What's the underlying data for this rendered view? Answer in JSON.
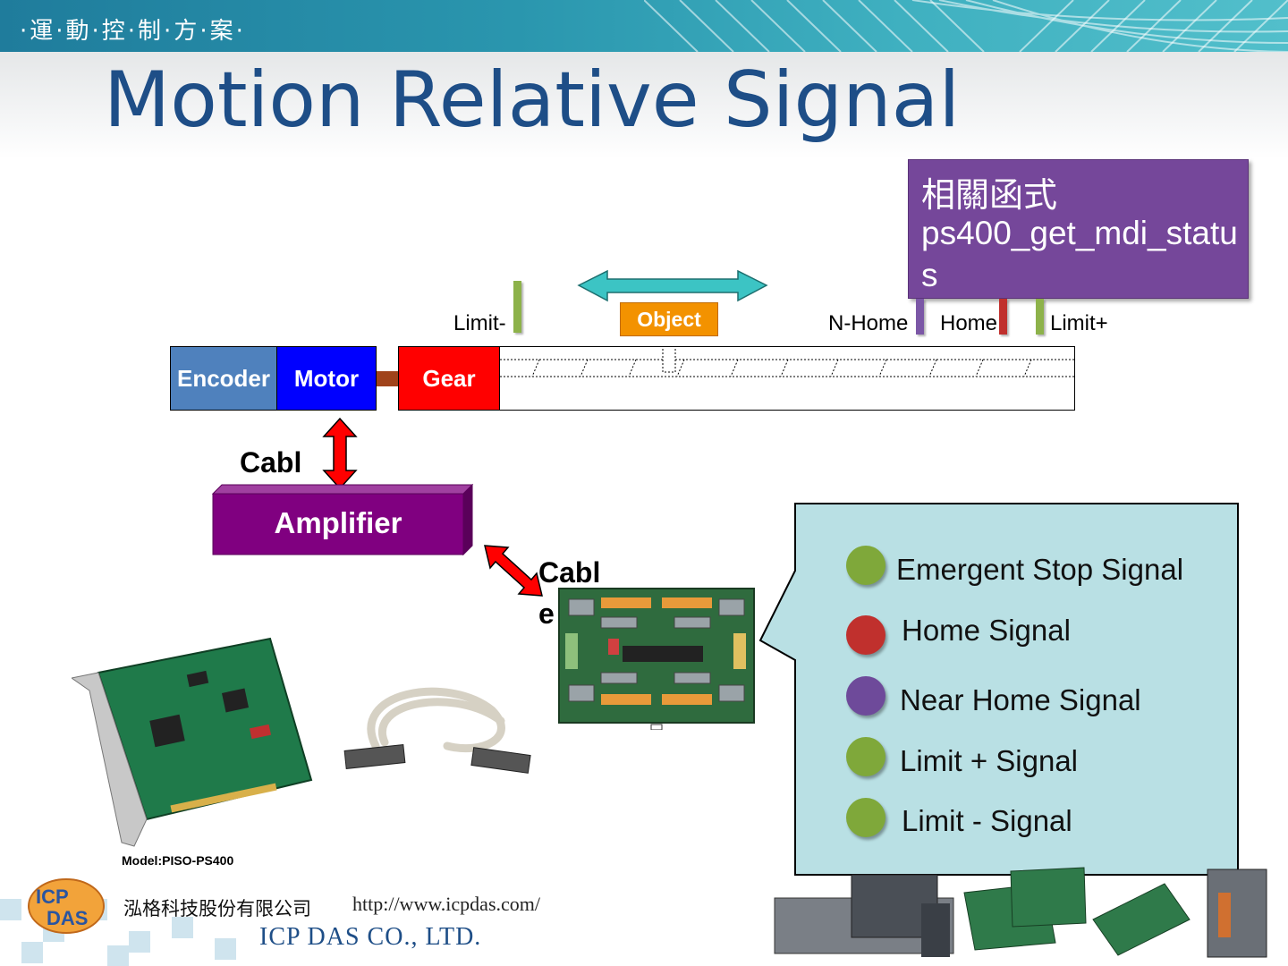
{
  "header": {
    "brand": "·運·動·控·制·方·案·",
    "title": "Motion Relative Signal"
  },
  "function_box": {
    "heading": "相關函式",
    "name": "ps400_get_mdi_status"
  },
  "mechanism": {
    "encoder": "Encoder",
    "motor": "Motor",
    "gear": "Gear",
    "object": "Object",
    "signals": {
      "limit_minus": "Limit-",
      "near_home": "N-Home",
      "home": "Home",
      "limit_plus": "Limit+"
    }
  },
  "amplifier": "Amplifier",
  "cable_label": "Cable",
  "legend": [
    {
      "label": "Emergent Stop Signal",
      "color": "#7fa83a"
    },
    {
      "label": "Home Signal",
      "color": "#c0302d"
    },
    {
      "label": "Near Home Signal",
      "color": "#6e4a9a"
    },
    {
      "label": "Limit + Signal",
      "color": "#7fa83a"
    },
    {
      "label": "Limit - Signal",
      "color": "#7fa83a"
    }
  ],
  "colors": {
    "title": "#1e4e87",
    "function_box": "#75479a",
    "callout": "#b9e0e4",
    "amplifier": "#800080",
    "travel_arrow": "#3cc4c4",
    "cable_arrow": "#ff0000"
  },
  "footer": {
    "model": "Model:PISO-PS400",
    "company_cn": "泓格科技股份有限公司",
    "url": "http://www.icpdas.com/",
    "company_en": "ICP DAS CO., LTD.",
    "logo": "ICP DAS"
  }
}
